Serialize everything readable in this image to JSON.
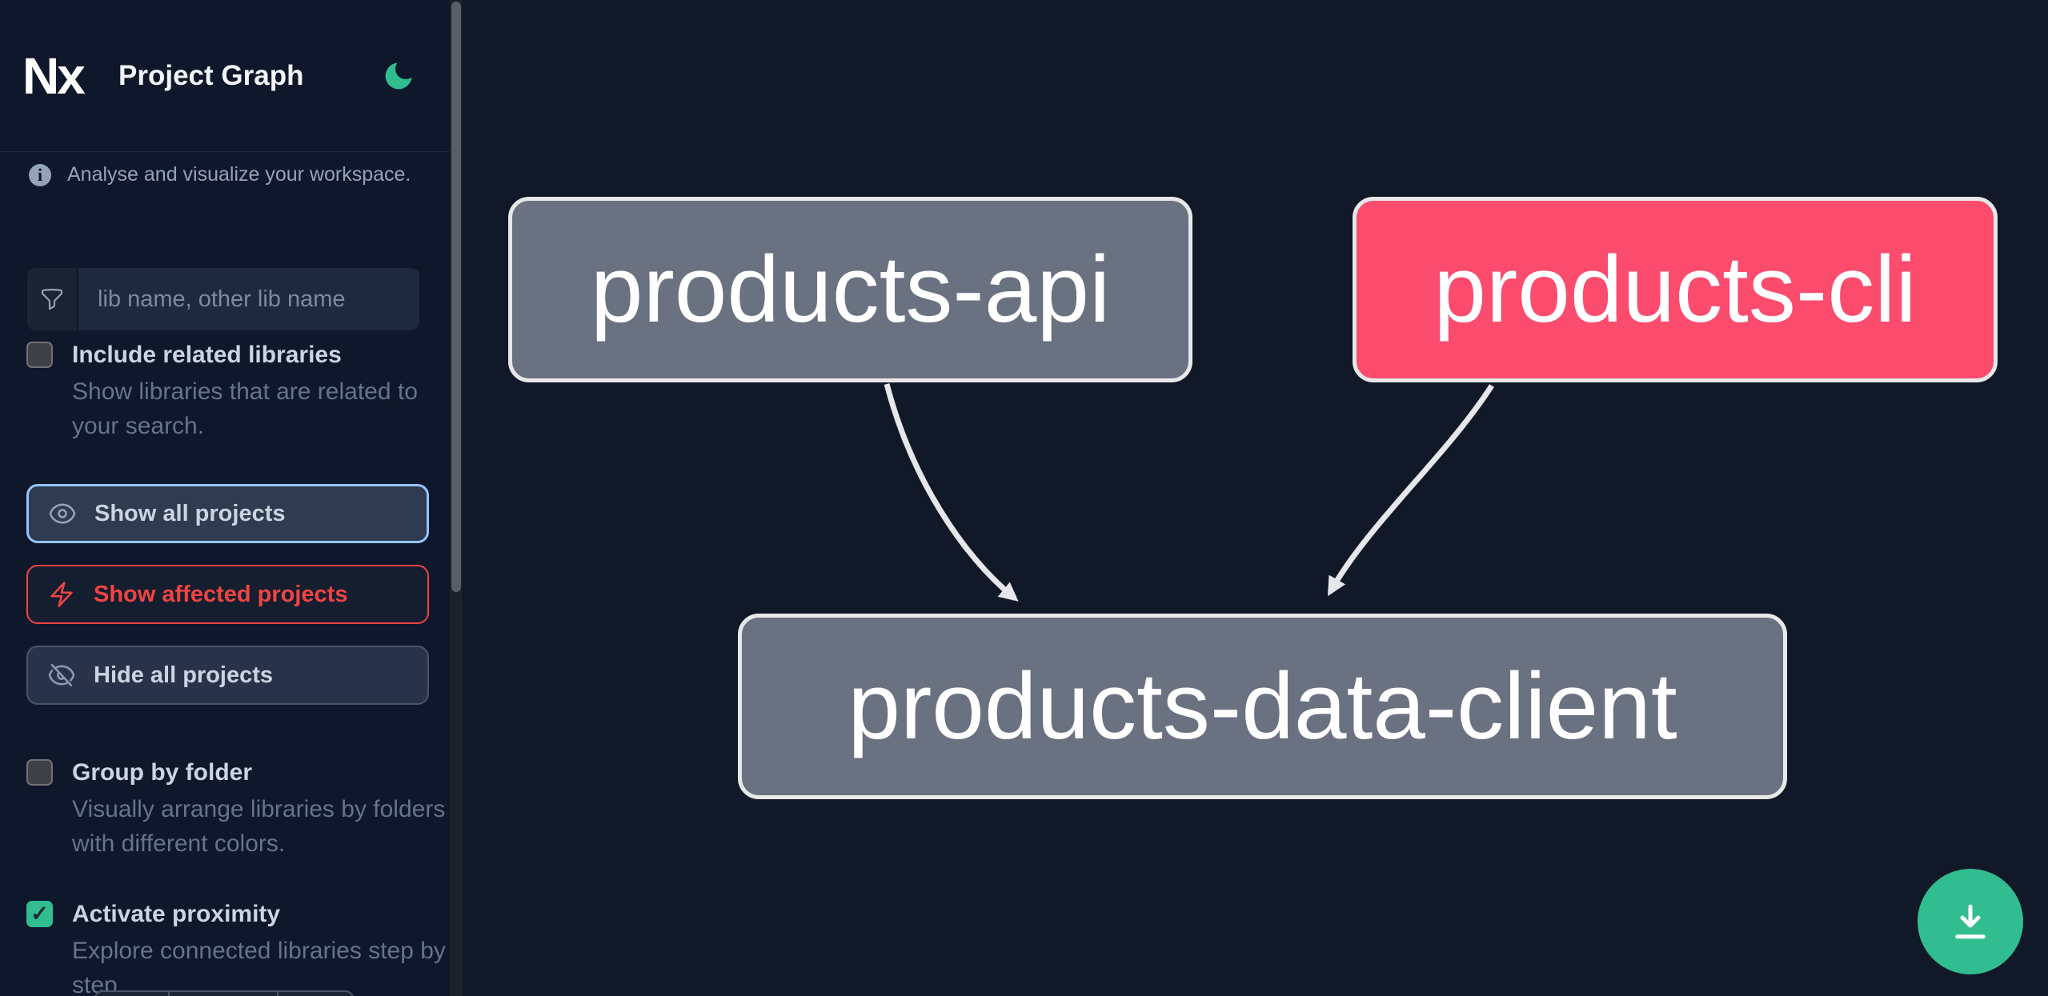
{
  "header": {
    "logo_text": "Nx",
    "title": "Project Graph",
    "theme_icon": "moon"
  },
  "sidebar": {
    "tagline": "Analyse and visualize your workspace.",
    "info_glyph": "i",
    "search": {
      "placeholder": "lib name, other lib name",
      "value": ""
    },
    "checkboxes": [
      {
        "label": "Include related libraries",
        "description": "Show libraries that are related to your search.",
        "checked": false
      },
      {
        "label": "Group by folder",
        "description": "Visually arrange libraries by folders with different colors.",
        "checked": false
      },
      {
        "label": "Activate proximity",
        "description": "Explore connected libraries step by step.",
        "checked": true
      }
    ],
    "check_glyph": "✓",
    "buttons": [
      {
        "label": "Show all projects",
        "icon": "eye",
        "state": "focused"
      },
      {
        "label": "Show affected projects",
        "icon": "bolt",
        "state": "affected"
      },
      {
        "label": "Hide all projects",
        "icon": "eye-off",
        "state": "default"
      }
    ]
  },
  "graph": {
    "nodes": [
      {
        "id": "products-api",
        "state": "default"
      },
      {
        "id": "products-cli",
        "state": "affected"
      },
      {
        "id": "products-data-client",
        "state": "default"
      }
    ],
    "edges": [
      {
        "source": "products-api",
        "target": "products-data-client"
      },
      {
        "source": "products-cli",
        "target": "products-data-client"
      }
    ]
  },
  "fab": {
    "icon": "download"
  },
  "colors": {
    "accent_green": "#31bd8f",
    "affected_red": "#ef4444",
    "focus_blue": "#93c5fd",
    "node_gray": "#6a7180",
    "node_affected_pink": "#fb4c6e",
    "node_border": "#e7e8ea",
    "edge": "#e5e7eb"
  }
}
